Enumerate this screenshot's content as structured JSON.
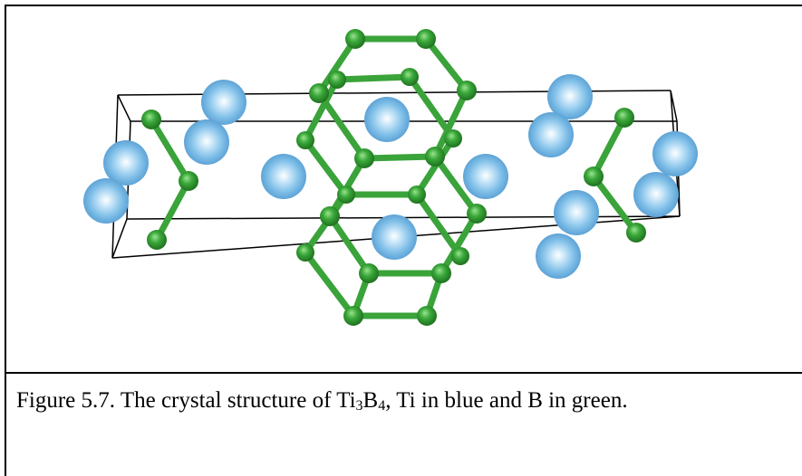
{
  "caption": {
    "figure_label": "Figure 5.7.",
    "text_before_formula": "The crystal structure of ",
    "formula_element_1": "Ti",
    "formula_subscript_1": "3",
    "formula_element_2": "B",
    "formula_subscript_2": "4",
    "text_after_formula": ", Ti in blue and B in green."
  },
  "colors": {
    "ti_atom": "#7fbfe8",
    "b_atom": "#2f9a2c",
    "bond": "#3aa33a",
    "cell_edge": "#000000"
  }
}
